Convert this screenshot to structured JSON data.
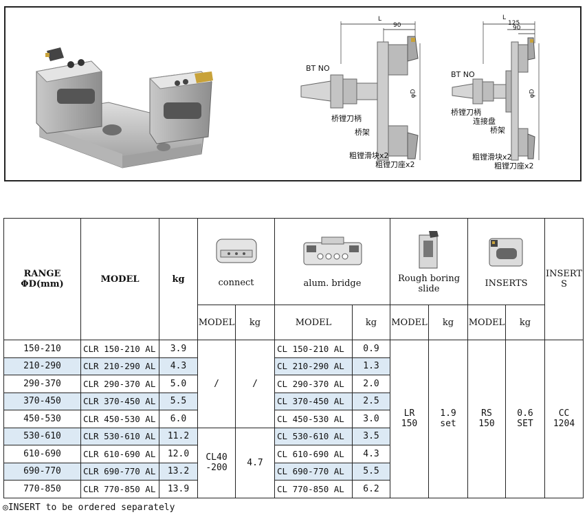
{
  "figure": {
    "diagram1": {
      "bt_no": "BT NO",
      "qiao_tang_dao_bing": "桥镗刀柄",
      "qiao_jia": "桥架",
      "cu_tang_hua_kuai": "粗镗滑块x2",
      "cu_tang_dao_zuo": "粗镗刀座x2",
      "dim_L": "L",
      "dim_90": "90",
      "dim_phiD": "φD"
    },
    "diagram2": {
      "bt_no": "BT NO",
      "qiao_tang_dao_bing": "桥镗刀柄",
      "lian_jie_pan": "连接盘",
      "qiao_jia": "桥架",
      "cu_tang_hua_kuai": "粗镗滑块x2",
      "cu_tang_dao_zuo": "粗镗刀座x2",
      "dim_L": "L",
      "dim_125": "125",
      "dim_90": "90",
      "dim_phiD": "φD"
    }
  },
  "headers": {
    "range": "RANGE",
    "range_unit": "ΦD(mm)",
    "model": "MODEL",
    "kg": "kg",
    "connect": "connect",
    "alum_bridge": "alum. bridge",
    "rough_boring": "Rough boring",
    "slide": "slide",
    "inserts": "INSERTS",
    "insert_s_1": "INSERT",
    "insert_s_2": "S",
    "sub_model": "MODEL",
    "sub_kg": "kg"
  },
  "rows": [
    {
      "range": "150-210",
      "model": "CLR 150-210 AL",
      "kg": "3.9",
      "bridge_model": "CL 150-210 AL",
      "bridge_kg": "0.9"
    },
    {
      "range": "210-290",
      "model": "CLR 210-290 AL",
      "kg": "4.3",
      "bridge_model": "CL 210-290 AL",
      "bridge_kg": "1.3"
    },
    {
      "range": "290-370",
      "model": "CLR 290-370 AL",
      "kg": "5.0",
      "bridge_model": "CL 290-370 AL",
      "bridge_kg": "2.0"
    },
    {
      "range": "370-450",
      "model": "CLR 370-450 AL",
      "kg": "5.5",
      "bridge_model": "CL 370-450 AL",
      "bridge_kg": "2.5"
    },
    {
      "range": "450-530",
      "model": "CLR 450-530 AL",
      "kg": "6.0",
      "bridge_model": "CL 450-530 AL",
      "bridge_kg": "3.0"
    },
    {
      "range": "530-610",
      "model": "CLR 530-610 AL",
      "kg": "11.2",
      "bridge_model": "CL 530-610 AL",
      "bridge_kg": "3.5"
    },
    {
      "range": "610-690",
      "model": "CLR 610-690 AL",
      "kg": "12.0",
      "bridge_model": "CL 610-690 AL",
      "bridge_kg": "4.3"
    },
    {
      "range": "690-770",
      "model": "CLR 690-770 AL",
      "kg": "13.2",
      "bridge_model": "CL 690-770 AL",
      "bridge_kg": "5.5"
    },
    {
      "range": "770-850",
      "model": "CLR 770-850 AL",
      "kg": "13.9",
      "bridge_model": "CL 770-850 AL",
      "bridge_kg": "6.2"
    }
  ],
  "merged": {
    "connect_none_model": "/",
    "connect_none_kg": "/",
    "connect_model_1": "CL40",
    "connect_model_2": "-200",
    "connect_kg": "4.7",
    "slide_model_1": "LR",
    "slide_model_2": "150",
    "slide_kg_1": "1.9",
    "slide_kg_2": "set",
    "insert_model_1": "RS",
    "insert_model_2": "150",
    "insert_kg_1": "0.6",
    "insert_kg_2": "SET",
    "insert_s_1": "CC",
    "insert_s_2": "1204"
  },
  "footnote": "◎INSERT to be ordered separately",
  "colors": {
    "highlight": "#dce9f4",
    "border": "#222222"
  }
}
